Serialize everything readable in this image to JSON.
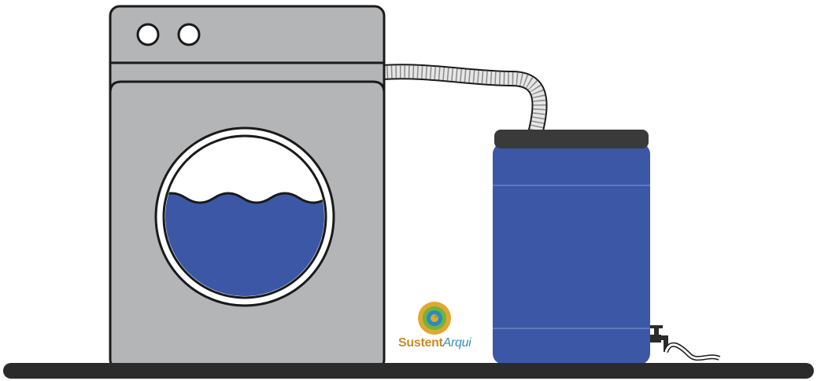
{
  "logo": {
    "word_bold": "Sustent",
    "word_italic": "Arqui",
    "colors": {
      "bold": "#c98a2a",
      "italic": "#3a8fb0",
      "spiral_outer": "#e2a72e",
      "spiral_mid": "#6fb43f",
      "spiral_inner": "#2d8ac0"
    }
  },
  "scene": {
    "washer": {
      "body_color": "#b4b5b7",
      "outline_color": "#1a1a1a",
      "knobs": 2
    },
    "drum_water_color": "#3c57a5",
    "barrel": {
      "color": "#3c57a5",
      "lid_color": "#3a3a3a"
    },
    "hose_color": "#e6e6e6",
    "floor_color": "#2b2b2b",
    "icons": [
      "washing-machine-icon",
      "rain-barrel-icon",
      "drain-hose-icon",
      "faucet-icon"
    ]
  }
}
